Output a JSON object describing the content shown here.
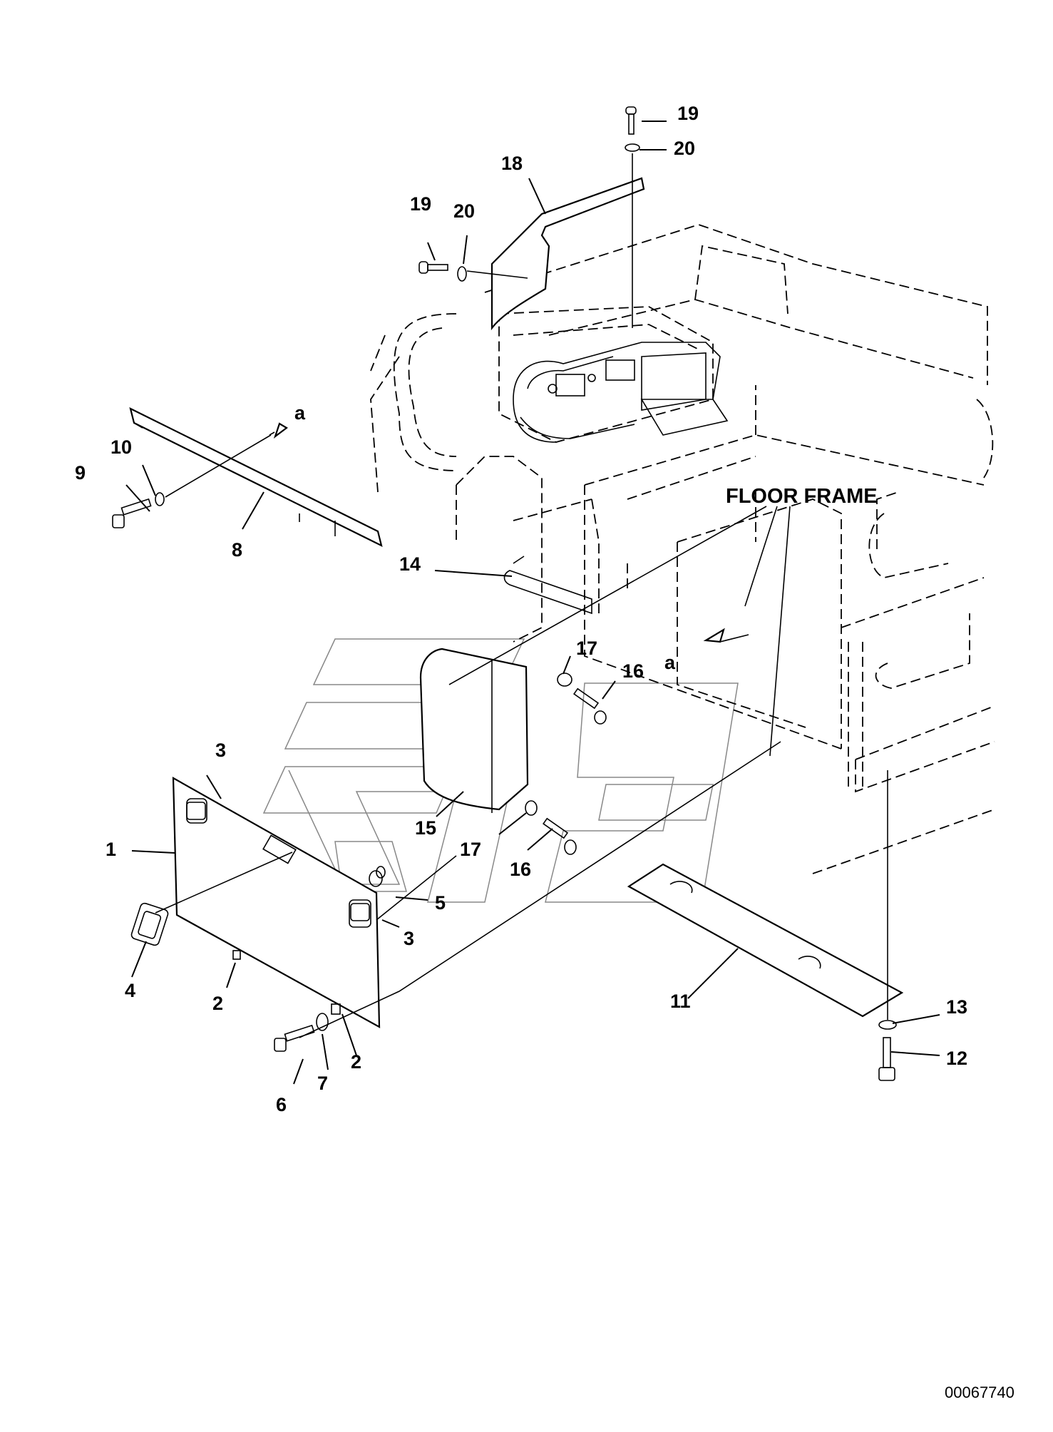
{
  "diagram": {
    "region_label": "FLOOR FRAME",
    "view_marker": "a",
    "document_number": "00067740",
    "callouts": [
      {
        "id": "c1",
        "text": "1"
      },
      {
        "id": "c2a",
        "text": "2"
      },
      {
        "id": "c2b",
        "text": "2"
      },
      {
        "id": "c3a",
        "text": "3"
      },
      {
        "id": "c3b",
        "text": "3"
      },
      {
        "id": "c4",
        "text": "4"
      },
      {
        "id": "c5",
        "text": "5"
      },
      {
        "id": "c6",
        "text": "6"
      },
      {
        "id": "c7",
        "text": "7"
      },
      {
        "id": "c8",
        "text": "8"
      },
      {
        "id": "c9",
        "text": "9"
      },
      {
        "id": "c10",
        "text": "10"
      },
      {
        "id": "c11",
        "text": "11"
      },
      {
        "id": "c12",
        "text": "12"
      },
      {
        "id": "c13",
        "text": "13"
      },
      {
        "id": "c14",
        "text": "14"
      },
      {
        "id": "c15",
        "text": "15"
      },
      {
        "id": "c16a",
        "text": "16"
      },
      {
        "id": "c16b",
        "text": "16"
      },
      {
        "id": "c17a",
        "text": "17"
      },
      {
        "id": "c17b",
        "text": "17"
      },
      {
        "id": "c18",
        "text": "18"
      },
      {
        "id": "c19a",
        "text": "19"
      },
      {
        "id": "c19b",
        "text": "19"
      },
      {
        "id": "c20a",
        "text": "20"
      },
      {
        "id": "c20b",
        "text": "20"
      }
    ]
  }
}
